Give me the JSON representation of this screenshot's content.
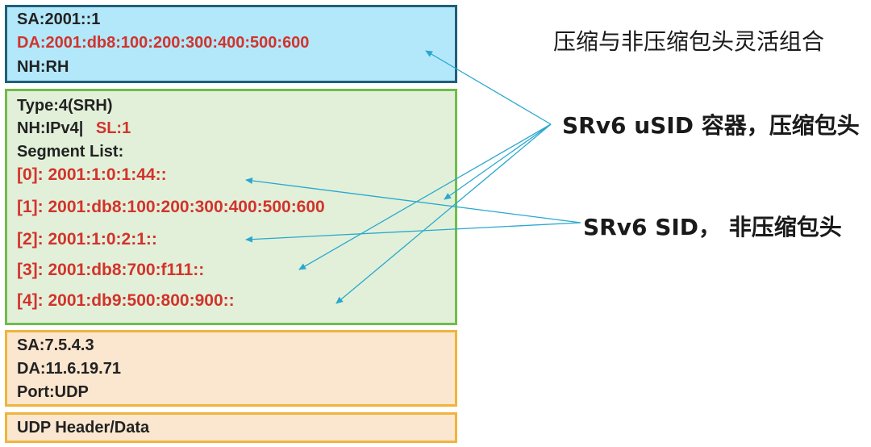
{
  "ipv6_header": {
    "sa": "SA:2001::1",
    "da": "DA:2001:db8:100:200:300:400:500:600",
    "nh": "NH:RH"
  },
  "srh": {
    "type": "Type:4(SRH)",
    "nh": "NH:IPv4|",
    "sl": "SL:1",
    "segment_list_label": "Segment List:",
    "segments": [
      "[0]: 2001:1:0:1:44::",
      "[1]: 2001:db8:100:200:300:400:500:600",
      "[2]: 2001:1:0:2:1::",
      "[3]: 2001:db8:700:f111::",
      "[4]: 2001:db9:500:800:900::"
    ]
  },
  "ipv4_header": {
    "sa": "SA:7.5.4.3",
    "da": "DA:11.6.19.71",
    "port": "Port:UDP"
  },
  "udp": {
    "label": "UDP Header/Data"
  },
  "annotations": {
    "title": "压缩与非压缩包头灵活组合",
    "usid": "SRv6 uSID 容器，压缩包头",
    "sid": "SRv6 SID， 非压缩包头"
  },
  "colors": {
    "ipv6_fill": "#b3e8fb",
    "ipv6_border": "#1f5f7a",
    "srh_fill": "#e2f0d9",
    "srh_border": "#6fbd4b",
    "ipv4_fill": "#fbe6cf",
    "ipv4_border": "#f0b43c",
    "highlight_text": "#d2332b",
    "arrow": "#29a8cf"
  }
}
